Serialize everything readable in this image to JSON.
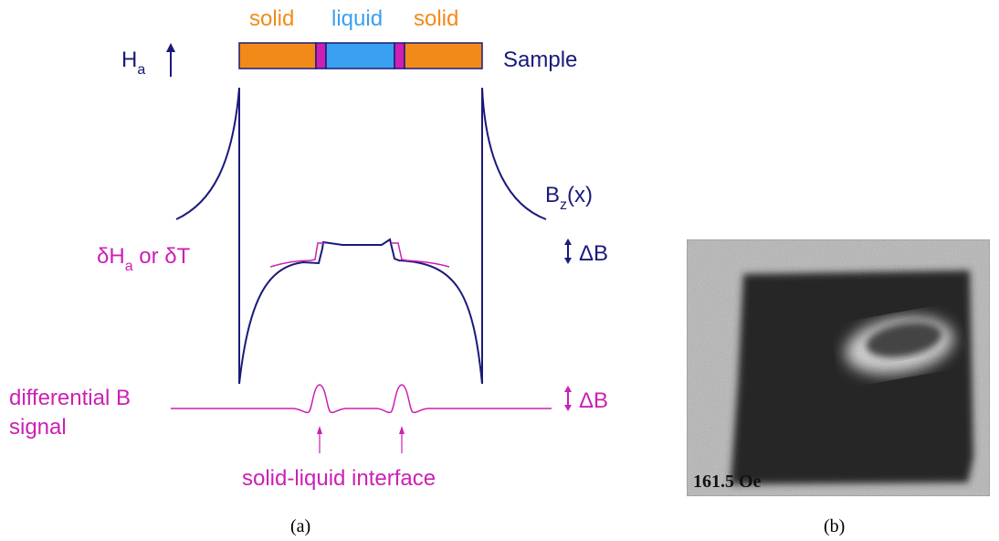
{
  "panel_a": {
    "sample_segments": [
      "solid",
      "liquid",
      "solid"
    ],
    "field_symbol": "H",
    "field_subscript": "a",
    "sample_label": "Sample",
    "bz_symbol": "B",
    "bz_subscript": "z",
    "bz_suffix": "(x)",
    "perturbation_prefix": "δH",
    "perturbation_subscript": "a",
    "perturbation_suffix": " or δT",
    "delta_b_label_upper": "ΔB",
    "differential_label_line1": "differential B",
    "differential_label_line2": "signal",
    "delta_b_label_lower": "ΔB",
    "interface_label": "solid-liquid interface",
    "caption": "(a)"
  },
  "panel_b": {
    "field_value_label": "161.5 Oe",
    "caption": "(b)"
  },
  "colors": {
    "navy": "#1a1a7a",
    "magenta": "#cc20b4",
    "solid_orange": "#f28a1a",
    "liquid_blue": "#3aa0f0"
  }
}
